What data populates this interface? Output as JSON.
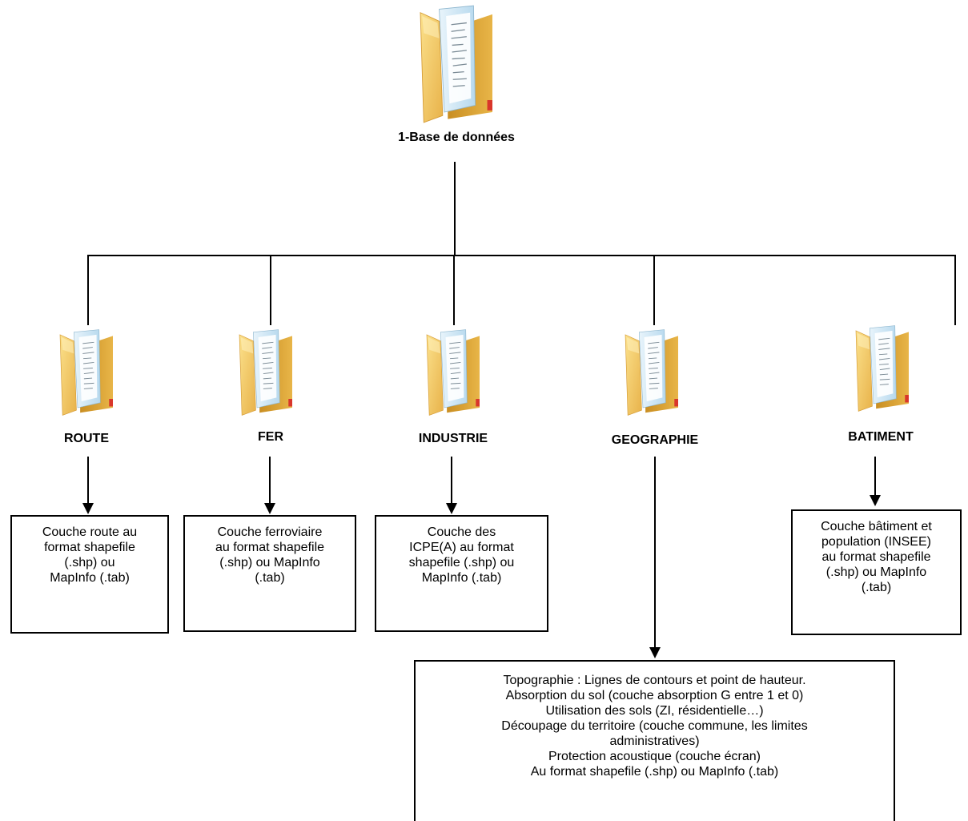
{
  "root": {
    "title": "1-Base de données",
    "icon": "folder-icon"
  },
  "categories": [
    {
      "id": "route",
      "label": "ROUTE",
      "icon": "folder-icon",
      "box_lines": [
        "Couche route au",
        "format shapefile",
        "(.shp) ou",
        "MapInfo (.tab)"
      ]
    },
    {
      "id": "fer",
      "label": "FER",
      "icon": "folder-icon",
      "box_lines": [
        "Couche ferroviaire",
        "au format shapefile",
        "(.shp) ou MapInfo",
        "(.tab)"
      ]
    },
    {
      "id": "industrie",
      "label": "INDUSTRIE",
      "icon": "folder-icon",
      "box_lines": [
        "Couche des",
        "ICPE(A) au format",
        "shapefile (.shp) ou",
        "MapInfo (.tab)"
      ]
    },
    {
      "id": "geographie",
      "label": "GEOGRAPHIE",
      "icon": "folder-icon",
      "box_lines": [
        "Topographie : Lignes de contours et point de hauteur.",
        "Absorption du sol (couche absorption G entre 1 et 0)",
        "Utilisation des sols (ZI, résidentielle…)",
        "Découpage du territoire (couche commune, les limites",
        "administratives)",
        "Protection acoustique (couche écran)",
        "Au format shapefile (.shp) ou MapInfo (.tab)"
      ]
    },
    {
      "id": "batiment",
      "label": "BATIMENT",
      "icon": "folder-icon",
      "box_lines": [
        "Couche bâtiment et",
        "population (INSEE)",
        "au format shapefile",
        "(.shp) ou MapInfo",
        "(.tab)"
      ]
    }
  ],
  "colors": {
    "folder_back": "#e0a93a",
    "folder_front": "#f7d36e",
    "paper": "#cfe6f5",
    "tab_red": "#d9362b"
  }
}
